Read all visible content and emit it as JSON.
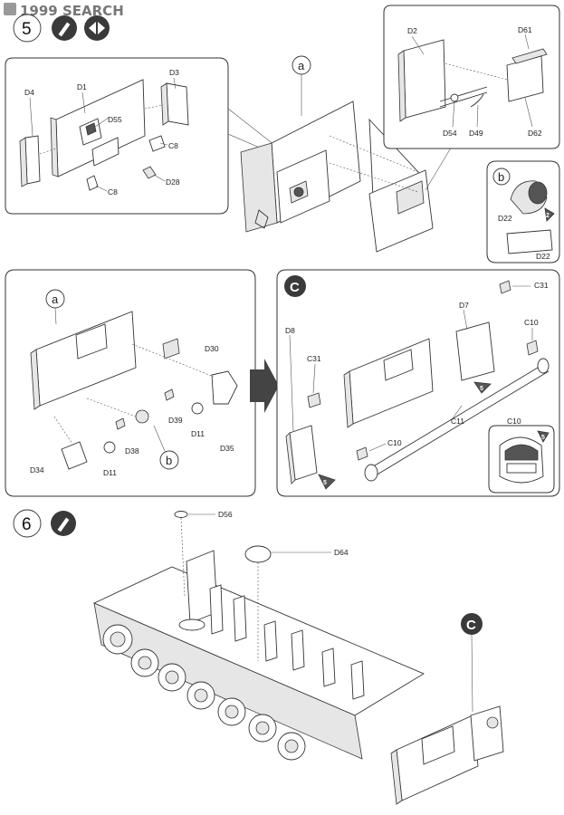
{
  "watermark": "1999 SEARCH",
  "step5": {
    "number": "5",
    "callout_a": "a",
    "sub1_labels": [
      "D4",
      "D1",
      "D3",
      "D55",
      "C8",
      "D28",
      "C8"
    ],
    "sub2_labels": [
      "D2",
      "D61",
      "D54",
      "D49",
      "D62"
    ],
    "sub3": {
      "letter": "b",
      "labels": [
        "D22",
        "D22"
      ],
      "arrow_num": "2"
    },
    "sub4": {
      "letter": "a",
      "labels": [
        "D30",
        "D39",
        "D11",
        "D35",
        "D34",
        "D11",
        "D38"
      ],
      "callout_b": "b"
    },
    "sub5": {
      "letter": "C",
      "labels": [
        "C31",
        "D7",
        "C10",
        "D8",
        "C31",
        "C11",
        "C10"
      ],
      "tri_num": "5",
      "inset_label": "C10",
      "inset_num": "5"
    }
  },
  "step6": {
    "number": "6",
    "labels": [
      "D56",
      "D64"
    ],
    "callout_c": "C"
  },
  "colors": {
    "ink": "#333333",
    "dark_badge": "#3a3a3a",
    "watermark": "#777777"
  }
}
